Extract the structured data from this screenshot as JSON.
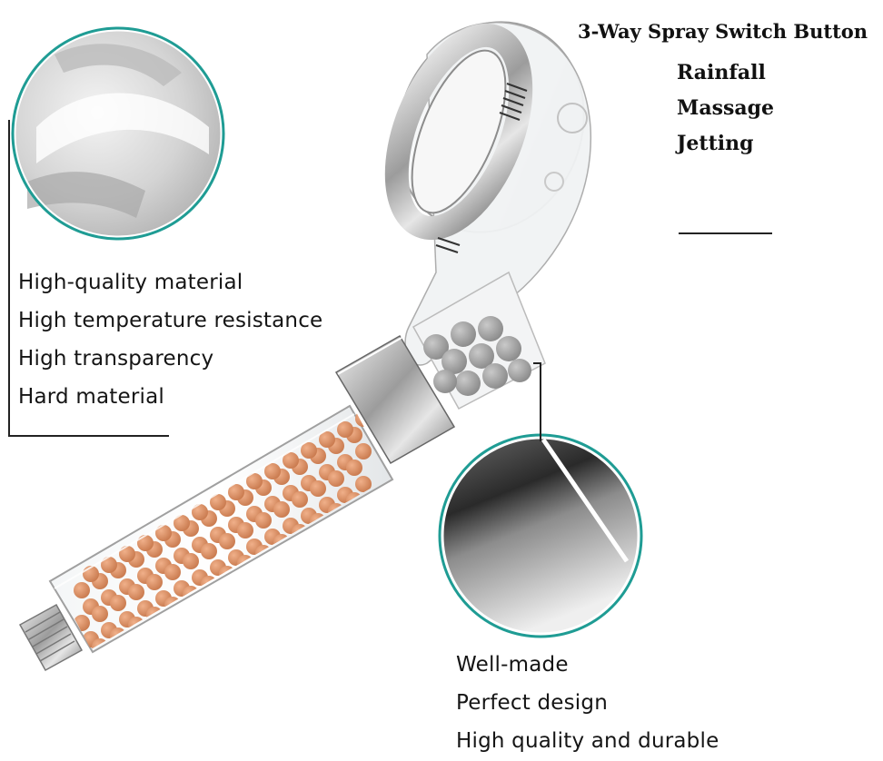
{
  "spray_modes": {
    "title": "3-Way Spray Switch Button",
    "items": [
      "Rainfall",
      "Massage",
      "Jetting"
    ]
  },
  "left_features": {
    "items": [
      "High-quality material",
      "High temperature resistance",
      "High transparency",
      "Hard material"
    ]
  },
  "bottom_features": {
    "items": [
      "Well-made",
      "Perfect design",
      "High quality and durable"
    ]
  },
  "colors": {
    "accent_ring": "#1f9c94",
    "beads_orange": "#d98a5c",
    "beads_grey": "#9a9a9a",
    "chrome": "#b8b8b8"
  }
}
